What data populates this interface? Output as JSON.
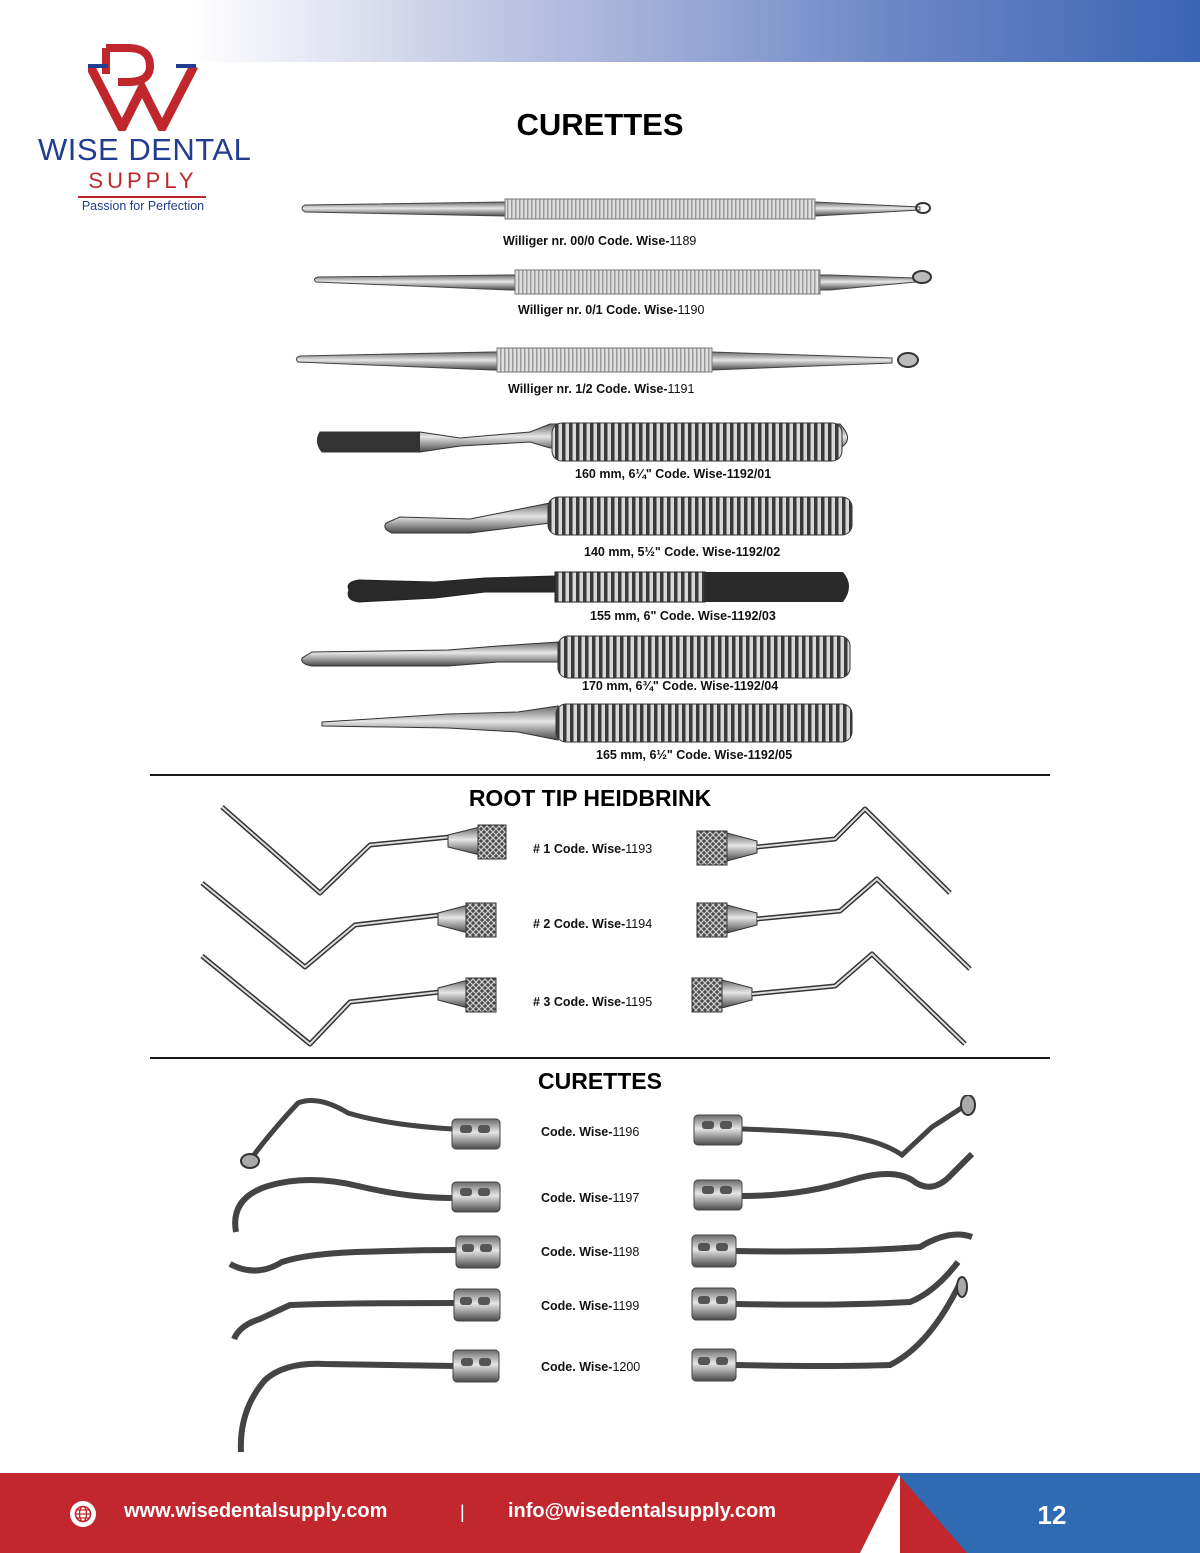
{
  "brand": {
    "name": "WISE DENTAL",
    "supply": "SUPPLY",
    "tagline": "Passion for Perfection",
    "colors": {
      "red": "#c0272d",
      "blue": "#223d8f"
    }
  },
  "sections": {
    "main_title": "CURETTES",
    "root_title": "ROOT TIP HEIDBRINK",
    "curettes_title": "CURETTES"
  },
  "williger": [
    {
      "label": "Williger nr. 00/0 Code.  Wise-",
      "code": "1189"
    },
    {
      "label": "Williger nr. 0/1 Code.  Wise-",
      "code": "1190"
    },
    {
      "label": "Williger nr. 1/2 Code.  Wise-",
      "code": "1191"
    }
  ],
  "sizes": [
    {
      "label": "160 mm, 6¼\" Code.  Wise-1192/01"
    },
    {
      "label": "140 mm, 5½\" Code.  Wise-1192/02"
    },
    {
      "label": "155 mm, 6\"  Code.  Wise-1192/03"
    },
    {
      "label": "170 mm, 6¾\"  Code.  Wise-1192/04"
    },
    {
      "label": "165 mm, 6½\" Code.  Wise-1192/05"
    }
  ],
  "root_tip": [
    {
      "label": "# 1 Code.  Wise-",
      "code": "1193"
    },
    {
      "label": "# 2 Code.  Wise-",
      "code": "1194"
    },
    {
      "label": "# 3 Code.  Wise-",
      "code": "1195"
    }
  ],
  "curettes": [
    {
      "label": "Code.  Wise-",
      "code": "1196"
    },
    {
      "label": "Code.  Wise-",
      "code": "1197"
    },
    {
      "label": "Code.  Wise-",
      "code": "1198"
    },
    {
      "label": "Code.  Wise-",
      "code": "1199"
    },
    {
      "label": "Code.  Wise-",
      "code": "1200"
    }
  ],
  "footer": {
    "website": "www.wisedentalsupply.com",
    "separator": "|",
    "email": "info@wisedentalsupply.com",
    "page": "12",
    "icon": "globe-icon"
  }
}
